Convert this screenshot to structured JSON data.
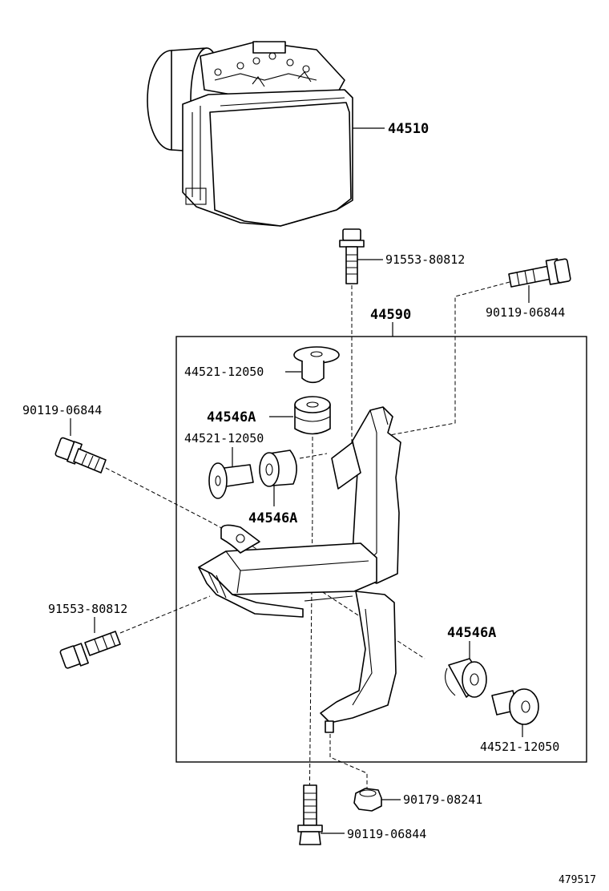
{
  "diagram": {
    "assembly_label": "44590",
    "parts": {
      "actuator": "44510",
      "bolt_top": "91553-80812",
      "bolt_top_right": "90119-06844",
      "bolt_left": "90119-06844",
      "bolt_lower_left": "91553-80812",
      "bolt_bottom": "90119-06844",
      "nut_bottom": "90179-08241",
      "collar_top": "44521-12050",
      "collar_mid": "44521-12050",
      "collar_right": "44521-12050",
      "cushion_top": "44546A",
      "cushion_mid": "44546A",
      "cushion_right": "44546A"
    },
    "ref_number": "479517"
  }
}
